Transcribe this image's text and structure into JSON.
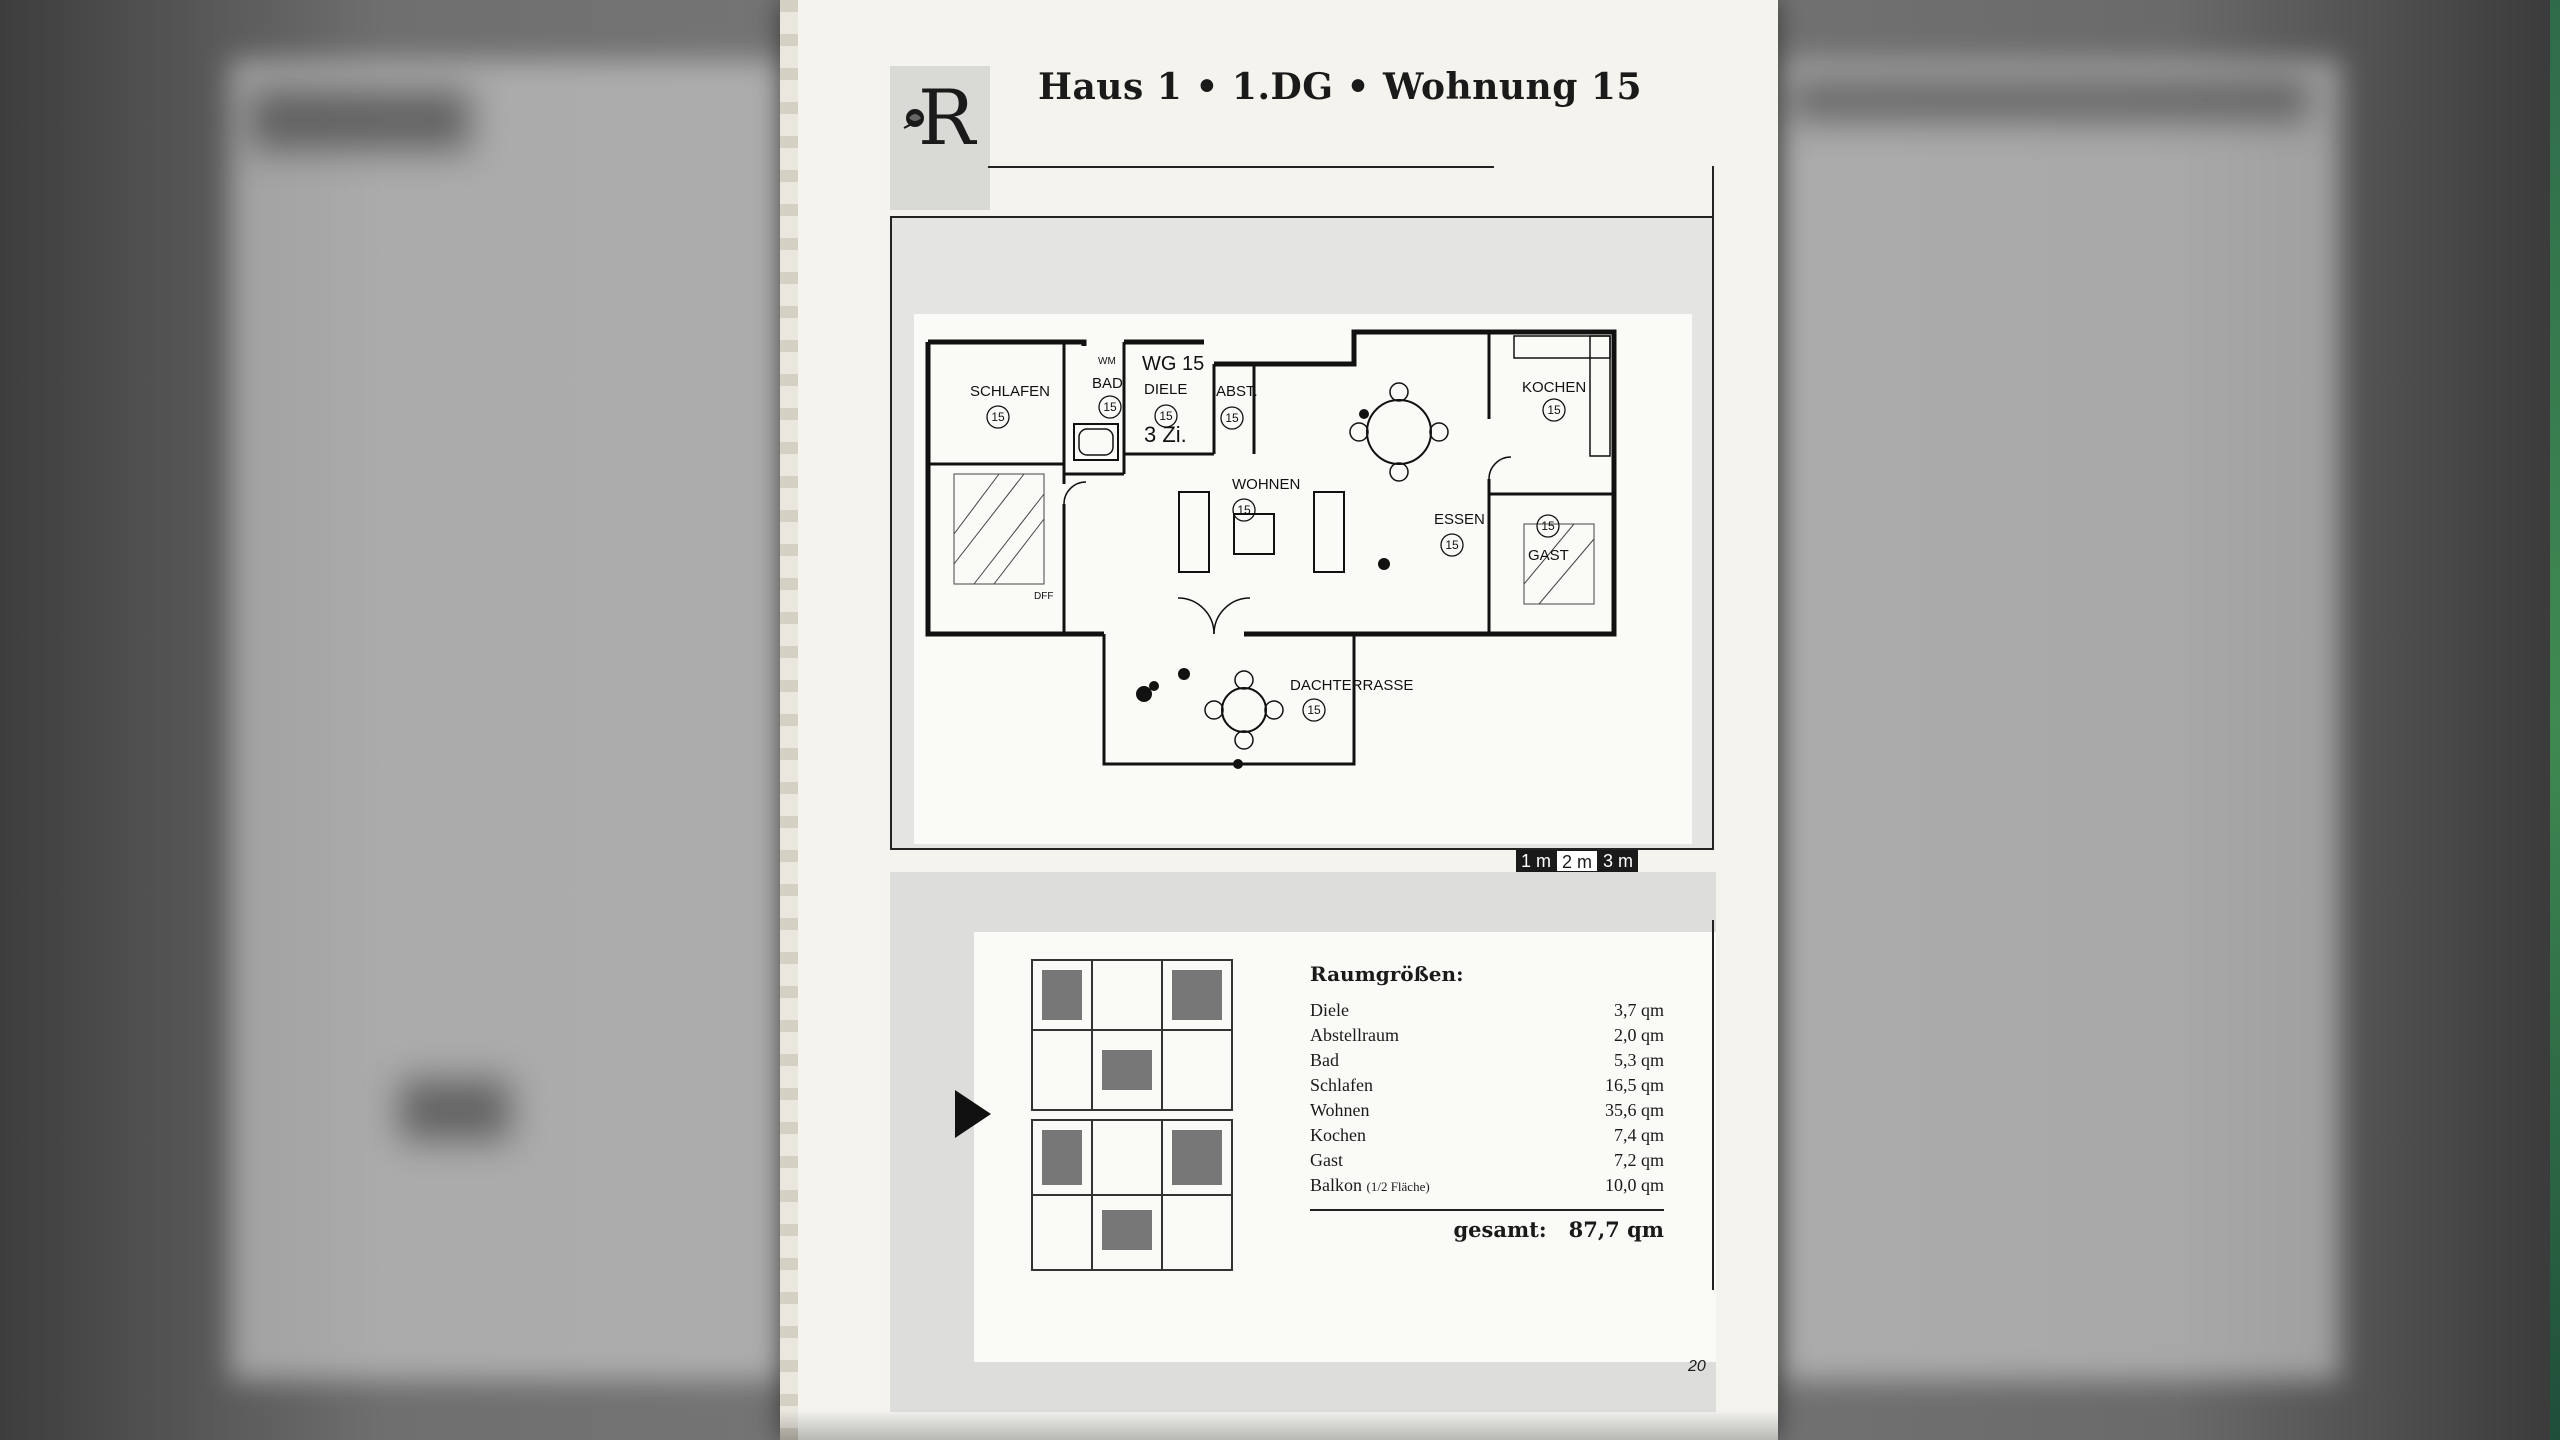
{
  "header": {
    "logo_letter": "R",
    "title": "Haus 1 • 1.DG • Wohnung 15"
  },
  "plan": {
    "unit_label": "WG 15",
    "rooms_label": "3 Zi.",
    "labels": [
      {
        "text": "SCHLAFEN",
        "num": "15"
      },
      {
        "text": "BAD",
        "num": "15"
      },
      {
        "text": "DIELE",
        "num": "15"
      },
      {
        "text": "ABST.",
        "num": "15"
      },
      {
        "text": "KOCHEN",
        "num": "15"
      },
      {
        "text": "WOHNEN",
        "num": "15"
      },
      {
        "text": "ESSEN",
        "num": "15"
      },
      {
        "text": "GAST",
        "num": "15"
      },
      {
        "text": "DACHTERRASSE",
        "num": "15"
      }
    ],
    "small": {
      "wm": "WM",
      "dff": "DFF"
    }
  },
  "scale": [
    "1 m",
    "2 m",
    "3 m"
  ],
  "room_sizes": {
    "heading": "Raumgrößen:",
    "rows": [
      {
        "name": "Diele",
        "note": "",
        "value": "3,7 qm"
      },
      {
        "name": "Abstellraum",
        "note": "",
        "value": "2,0 qm"
      },
      {
        "name": "Bad",
        "note": "",
        "value": "5,3 qm"
      },
      {
        "name": "Schlafen",
        "note": "",
        "value": "16,5 qm"
      },
      {
        "name": "Wohnen",
        "note": "",
        "value": "35,6 qm"
      },
      {
        "name": "Kochen",
        "note": "",
        "value": "7,4 qm"
      },
      {
        "name": "Gast",
        "note": "",
        "value": "7,2 qm"
      },
      {
        "name": "Balkon",
        "note": "(1/2 Fläche)",
        "value": "10,0 qm"
      }
    ],
    "total_label": "gesamt:",
    "total_value": "87,7 qm"
  },
  "page_number": "20"
}
